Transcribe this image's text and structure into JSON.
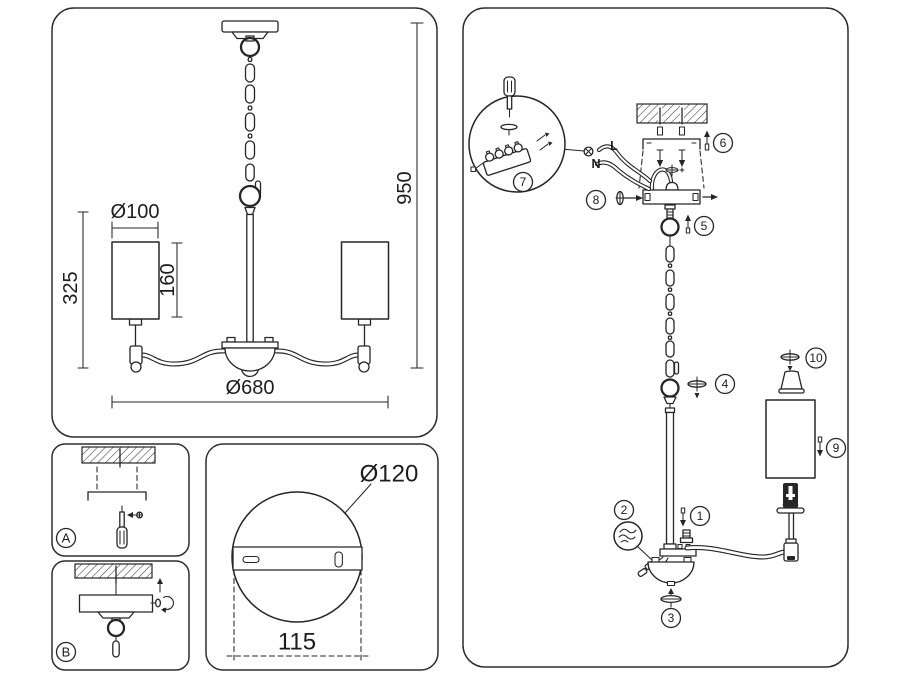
{
  "colors": {
    "line": "#262626",
    "background": "#ffffff"
  },
  "front_view": {
    "dim_shade_diameter": "Ø100",
    "dim_shade_height": "160",
    "dim_body_height": "325",
    "dim_total_height": "950",
    "dim_total_width": "Ø680"
  },
  "detail_panels": {
    "label_a": "A",
    "label_b": "B"
  },
  "canopy_view": {
    "dim_diameter": "Ø120",
    "dim_hole_spacing": "115"
  },
  "assembly": {
    "wire_live": "L",
    "wire_neutral": "N",
    "steps": {
      "s1": "1",
      "s2": "2",
      "s3": "3",
      "s4": "4",
      "s5": "5",
      "s6": "6",
      "s7": "7",
      "s8": "8",
      "s9": "9",
      "s10": "10"
    }
  }
}
